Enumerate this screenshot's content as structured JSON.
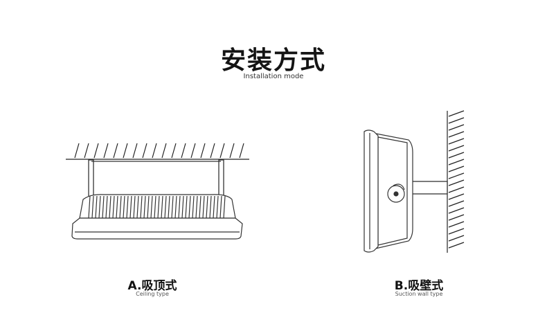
{
  "header": {
    "title": "安装方式",
    "subtitle": "Installation mode"
  },
  "methods": [
    {
      "label": "A.吸顶式",
      "sublabel": "Ceiling type"
    },
    {
      "label": "B.吸壁式",
      "sublabel": "Suction wall type"
    }
  ]
}
